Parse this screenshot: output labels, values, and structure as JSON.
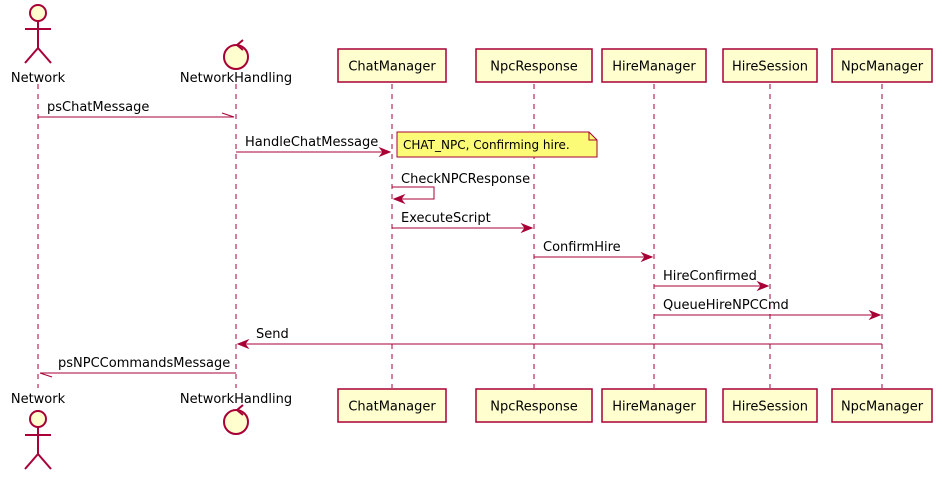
{
  "participants": [
    {
      "key": "network",
      "name": "Network",
      "kind": "actor"
    },
    {
      "key": "networkhandling",
      "name": "NetworkHandling",
      "kind": "control"
    },
    {
      "key": "chatmanager",
      "name": "ChatManager",
      "kind": "participant"
    },
    {
      "key": "npcresponse",
      "name": "NpcResponse",
      "kind": "participant"
    },
    {
      "key": "hiremanager",
      "name": "HireManager",
      "kind": "participant"
    },
    {
      "key": "hiresession",
      "name": "HireSession",
      "kind": "participant"
    },
    {
      "key": "npcmanager",
      "name": "NpcManager",
      "kind": "participant"
    }
  ],
  "messages": [
    {
      "from": "network",
      "to": "networkhandling",
      "label": "psChatMessage",
      "arrow": "half-top"
    },
    {
      "from": "networkhandling",
      "to": "chatmanager",
      "label": "HandleChatMessage",
      "arrow": "filled"
    },
    {
      "from": "chatmanager",
      "to": "chatmanager",
      "label": "CheckNPCResponse",
      "arrow": "filled"
    },
    {
      "from": "chatmanager",
      "to": "npcresponse",
      "label": "ExecuteScript",
      "arrow": "filled"
    },
    {
      "from": "npcresponse",
      "to": "hiremanager",
      "label": "ConfirmHire",
      "arrow": "filled"
    },
    {
      "from": "hiremanager",
      "to": "hiresession",
      "label": "HireConfirmed",
      "arrow": "filled"
    },
    {
      "from": "hiremanager",
      "to": "npcmanager",
      "label": "QueueHireNPCCmd",
      "arrow": "filled"
    },
    {
      "from": "npcmanager",
      "to": "networkhandling",
      "label": "Send",
      "arrow": "filled"
    },
    {
      "from": "networkhandling",
      "to": "network",
      "label": "psNPCCommandsMessage",
      "arrow": "half-bottom"
    }
  ],
  "note": {
    "text": "CHAT_NPC, Confirming hire.",
    "message_index": 1
  },
  "colors": {
    "line": "#A80036",
    "box_fill": "#FEFECE",
    "note_fill": "#FBFB77"
  }
}
